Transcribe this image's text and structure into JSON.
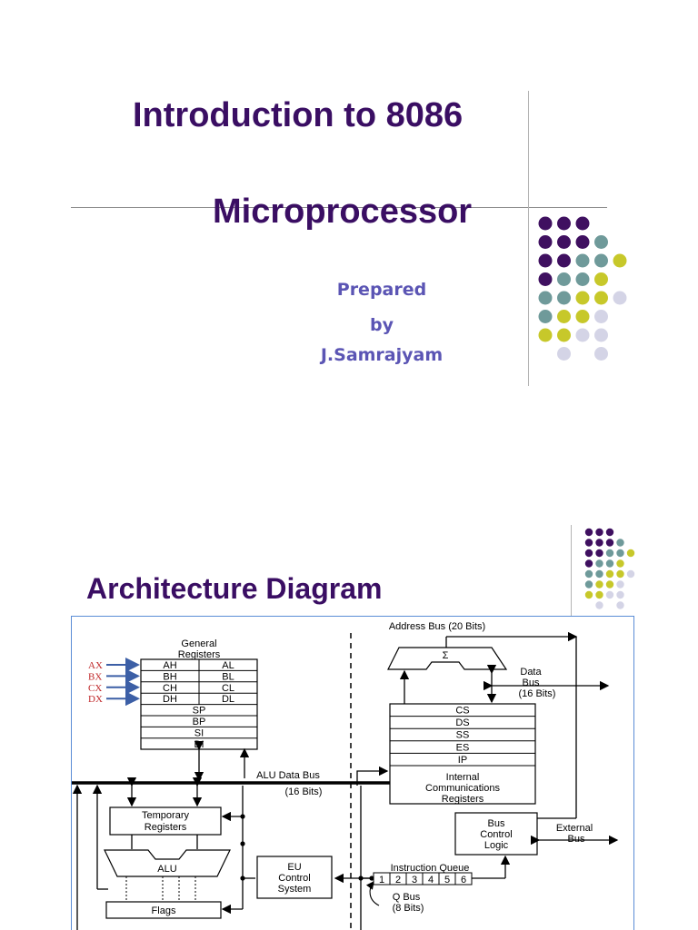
{
  "slide1": {
    "title_line1": "Introduction to 8086",
    "title_line2": "Microprocessor",
    "credit_line1": "Prepared",
    "credit_line2": "by",
    "credit_line3": "J.Samrajyam"
  },
  "slide2": {
    "title": "Architecture Diagram",
    "diagram": {
      "general_registers": "General",
      "general_registers2": "Registers",
      "reg_labels": [
        "AX",
        "BX",
        "CX",
        "DX"
      ],
      "reg_pairs": [
        [
          "AH",
          "AL"
        ],
        [
          "BH",
          "BL"
        ],
        [
          "CH",
          "CL"
        ],
        [
          "DH",
          "DL"
        ]
      ],
      "pointer_regs": [
        "SP",
        "BP",
        "SI",
        "DI"
      ],
      "alu_data_bus": "ALU Data Bus",
      "alu_data_bus_bits": "(16 Bits)",
      "temporary": "Temporary",
      "temporary2": "Registers",
      "alu": "ALU",
      "flags": "Flags",
      "eu_control1": "EU",
      "eu_control2": "Control",
      "eu_control3": "System",
      "address_bus": "Address Bus (20 Bits)",
      "sigma": "Σ",
      "data_bus1": "Data",
      "data_bus2": "Bus",
      "data_bus3": "(16 Bits)",
      "segment_regs": [
        "CS",
        "DS",
        "SS",
        "ES",
        "IP"
      ],
      "internal1": "Internal",
      "internal2": "Communications",
      "internal3": "Registers",
      "bus_control1": "Bus",
      "bus_control2": "Control",
      "bus_control3": "Logic",
      "external1": "External",
      "external2": "Bus",
      "instruction_queue": "Instruction Queue",
      "queue_cells": [
        "1",
        "2",
        "3",
        "4",
        "5",
        "6"
      ],
      "q_bus": "Q  Bus",
      "q_bus_bits": "(8 Bits)"
    }
  },
  "colors": {
    "title": "#3a0e63",
    "credit": "#5b55b4",
    "dot_purple": "#3f1060",
    "dot_teal": "#6f9a9a",
    "dot_yellow": "#c7c82a",
    "dot_lavender": "#d4d4e6",
    "reg_label_red": "#c0282a",
    "arrow_blue": "#3c5fa6"
  }
}
